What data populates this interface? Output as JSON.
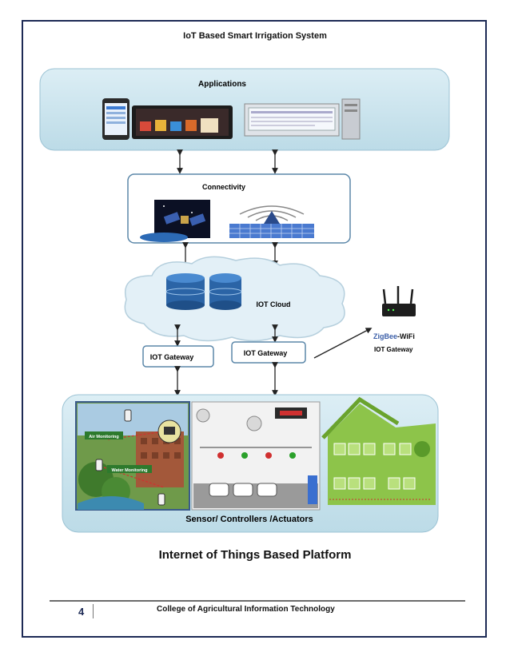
{
  "header": {
    "title": "IoT Based Smart Irrigation System"
  },
  "diagram": {
    "applications_label": "Applications",
    "connectivity_label": "Connectivity",
    "cloud_label": "IOT Cloud",
    "gateway_left_label": "IOT Gateway",
    "gateway_right_label": "IOT Gateway",
    "zigbee_prefix": "ZigBee",
    "zigbee_suffix": "-WiFi",
    "zigbee_gateway_label": "IOT Gateway",
    "sensors_label": "Sensor/ Controllers /Actuators",
    "air_monitoring_label": "Air Monitoring",
    "water_monitoring_label": "Water Monitoring",
    "colors": {
      "panel": "#cfe6ef",
      "panel_border": "#9cc3d4",
      "box_border": "#5b87a9",
      "zigbee": "#3c5fa8"
    }
  },
  "caption": "Internet of Things Based Platform",
  "footer": {
    "page_number": "4",
    "text": "College of Agricultural Information Technology"
  }
}
